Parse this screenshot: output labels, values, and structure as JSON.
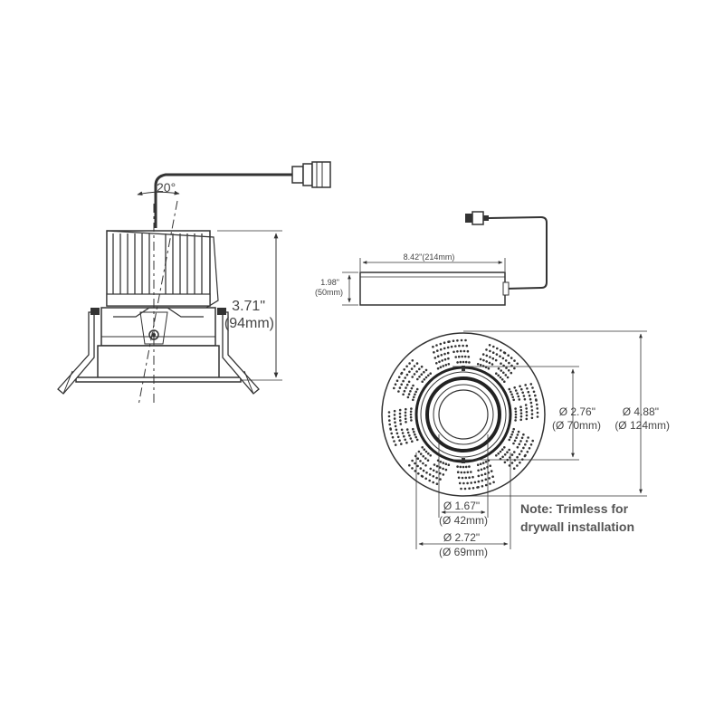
{
  "side_view": {
    "tilt_angle": "20°",
    "height_in": "3.71\"",
    "height_mm": "(94mm)"
  },
  "driver": {
    "length": "8.42\"(214mm)",
    "height_in": "1.98\"",
    "height_mm": "(50mm)"
  },
  "top_view": {
    "inner_dia_in": "Ø 2.76\"",
    "inner_dia_mm": "(Ø 70mm)",
    "outer_dia_in": "Ø 4.88\"",
    "outer_dia_mm": "(Ø 124mm)",
    "aperture_in": "Ø 1.67\"",
    "aperture_mm": "(Ø 42mm)",
    "cutout_in": "Ø 2.72\"",
    "cutout_mm": "(Ø 69mm)"
  },
  "note": {
    "line1": "Note: Trimless for",
    "line2": "drywall installation"
  }
}
